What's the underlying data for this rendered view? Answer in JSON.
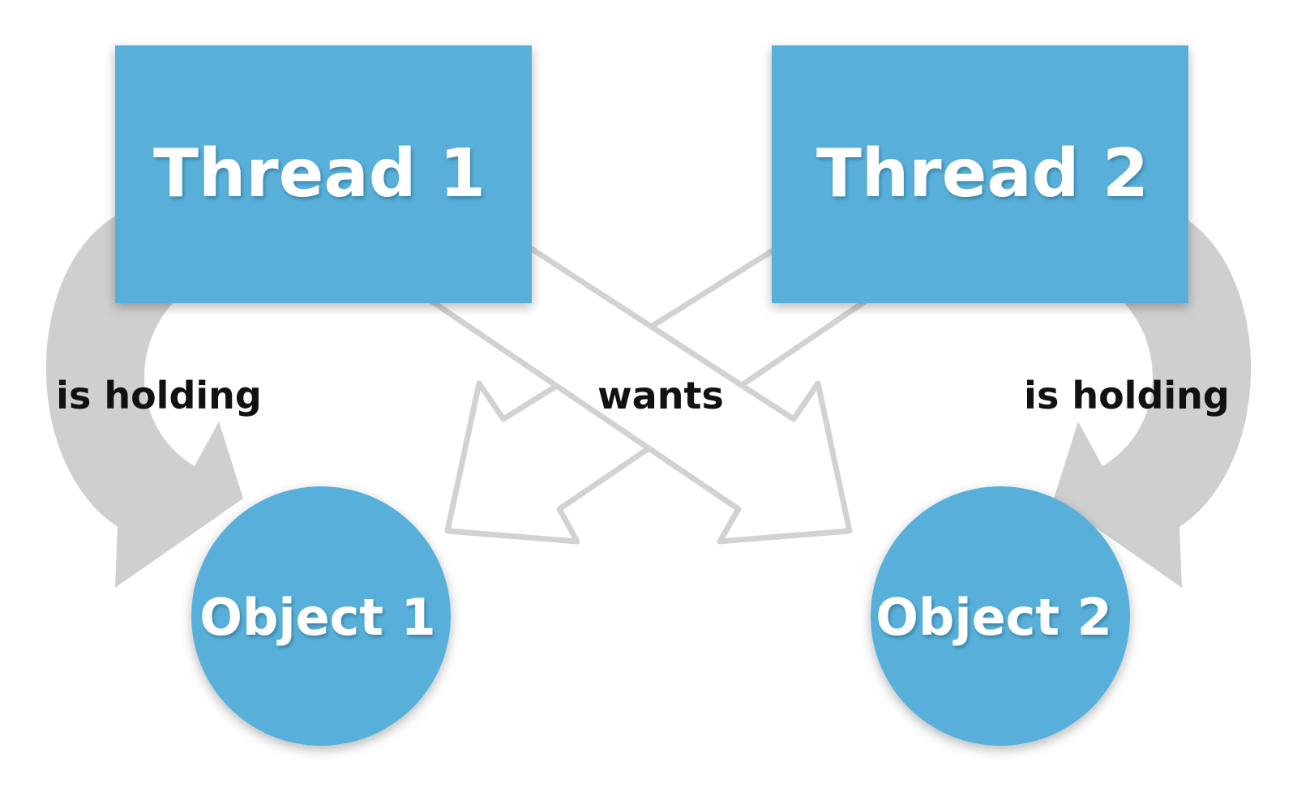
{
  "colors": {
    "node_fill": "#58b0da",
    "holding_arrow": "#cfcfcf",
    "wants_arrow_stroke": "#d2d2d2",
    "label_text": "#111111",
    "node_text": "#ffffff"
  },
  "nodes": {
    "thread1": "Thread 1",
    "thread2": "Thread 2",
    "object1": "Object 1",
    "object2": "Object 2"
  },
  "edges": {
    "left_holding": "is holding",
    "wants": "wants",
    "right_holding": "is holding"
  }
}
